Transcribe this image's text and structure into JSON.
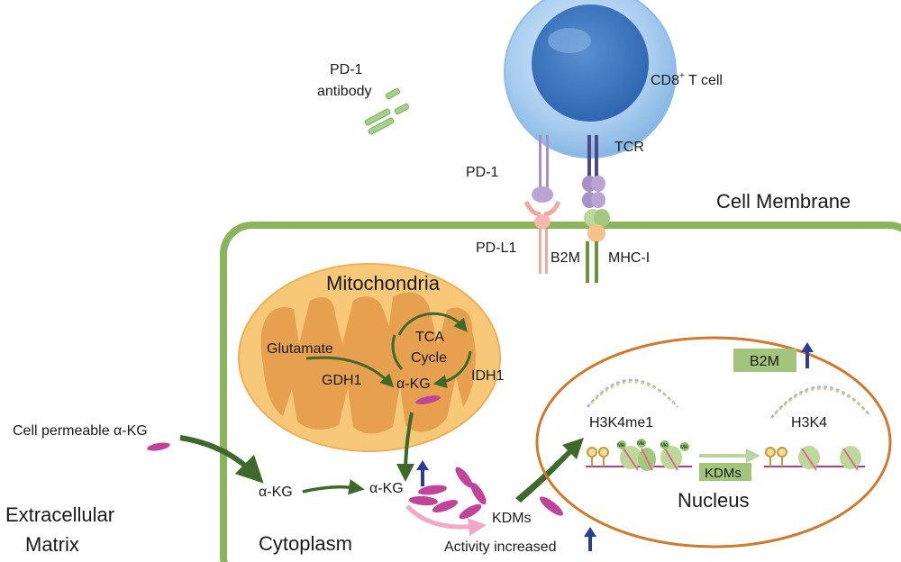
{
  "labels": {
    "pd1_antibody_line1": "PD-1",
    "pd1_antibody_line2": "antibody",
    "cd8_t_cell_base": "CD8",
    "cd8_t_cell_sup": "+",
    "cd8_t_cell_rest": " T cell",
    "tcr": "TCR",
    "pd1": "PD-1",
    "cell_membrane": "Cell Membrane",
    "pdl1": "PD-L1",
    "b2m": "B2M",
    "mhc1": "MHC-I",
    "mitochondria": "Mitochondria",
    "tca_line1": "TCA",
    "tca_line2": "Cycle",
    "glutamate": "Glutamate",
    "gdh1": "GDH1",
    "akg_mito": "α-KG",
    "idh1": "IDH1",
    "cell_permeable_akg": "Cell permeable α-KG",
    "akg_entry": "α-KG",
    "akg_cytoplasm": "α-KG",
    "kdms_cytoplasm": "KDMs",
    "activity_increased": "Activity increased",
    "extracellular_line1": "Extracellular",
    "extracellular_line2": "Matrix",
    "cytoplasm": "Cytoplasm",
    "b2m_nucleus": "B2M",
    "h3k4me1": "H3K4me1",
    "h3k4": "H3K4",
    "kdms_nucleus": "KDMs",
    "nucleus": "Nucleus",
    "methyl_mark": "Me"
  },
  "colors": {
    "membrane_green": "#8cb45c",
    "mito_outer": "#f6c878",
    "mito_inner": "#e6a050",
    "akg_magenta": "#c0449a",
    "up_arrow_blue": "#2b3d94",
    "arrow_green": "#3d6a2a",
    "pd1_purple": "#a890c8",
    "pdl1_pink": "#f0a8a0",
    "tcell_blue": "#7aaee0",
    "b2m_box": "#a3c47c"
  }
}
